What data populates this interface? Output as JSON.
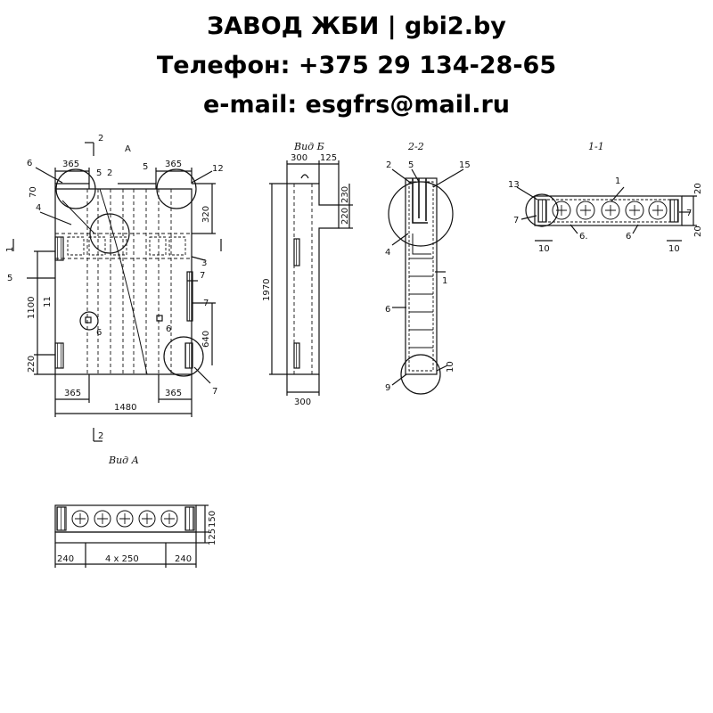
{
  "header": {
    "line1": "ЗАВОД ЖБИ | gbi2.by",
    "line2": "Телефон: +375 29 134-28-65",
    "line3": "e-mail: esgfrs@mail.ru"
  },
  "views": {
    "front": {
      "dims": {
        "top_left": "365",
        "top_right": "365",
        "bottom_left": "365",
        "bottom_right": "365",
        "total_width": "1480",
        "left_height": "1100",
        "left_bottom": "220",
        "right_top": "320",
        "right_bottom": "640",
        "rot70": "70"
      },
      "labels": {
        "p6": "6",
        "p5a": "5",
        "p2a": "2",
        "p5b": "5",
        "p12": "12",
        "p4": "4",
        "p3": "3",
        "p7a": "7",
        "p7b": "7",
        "p6b": "6",
        "p6c": "6",
        "p11": "11",
        "p5side": "5",
        "p7c": "7",
        "p1": "1",
        "cut2_top": "2",
        "cut2_bottom": "2",
        "arrow_a": "А"
      }
    },
    "view_b": {
      "title": "Вид Б",
      "dims": {
        "top1": "300",
        "top2": "125",
        "right1": "230",
        "right2": "220",
        "height": "1970",
        "bottom": "300"
      }
    },
    "section_22": {
      "title": "2-2",
      "labels": {
        "p2": "2",
        "p5": "5",
        "p15": "15",
        "p4": "4",
        "p1": "1",
        "p6": "6",
        "p9": "9",
        "p10": "10"
      }
    },
    "section_11": {
      "title": "1-1",
      "labels": {
        "p13": "13",
        "p1": "1",
        "p7a": "7",
        "p7b": "7",
        "p10a": "10",
        "p6a": "6.",
        "p6b": "6",
        "p10b": "10"
      },
      "dims": {
        "d20a": "20",
        "d20b": "20"
      }
    },
    "view_a": {
      "title": "Вид А",
      "dims": {
        "left": "240",
        "mid": "4 x 250",
        "right": "240",
        "h150": "150",
        "h125": "125"
      }
    }
  }
}
